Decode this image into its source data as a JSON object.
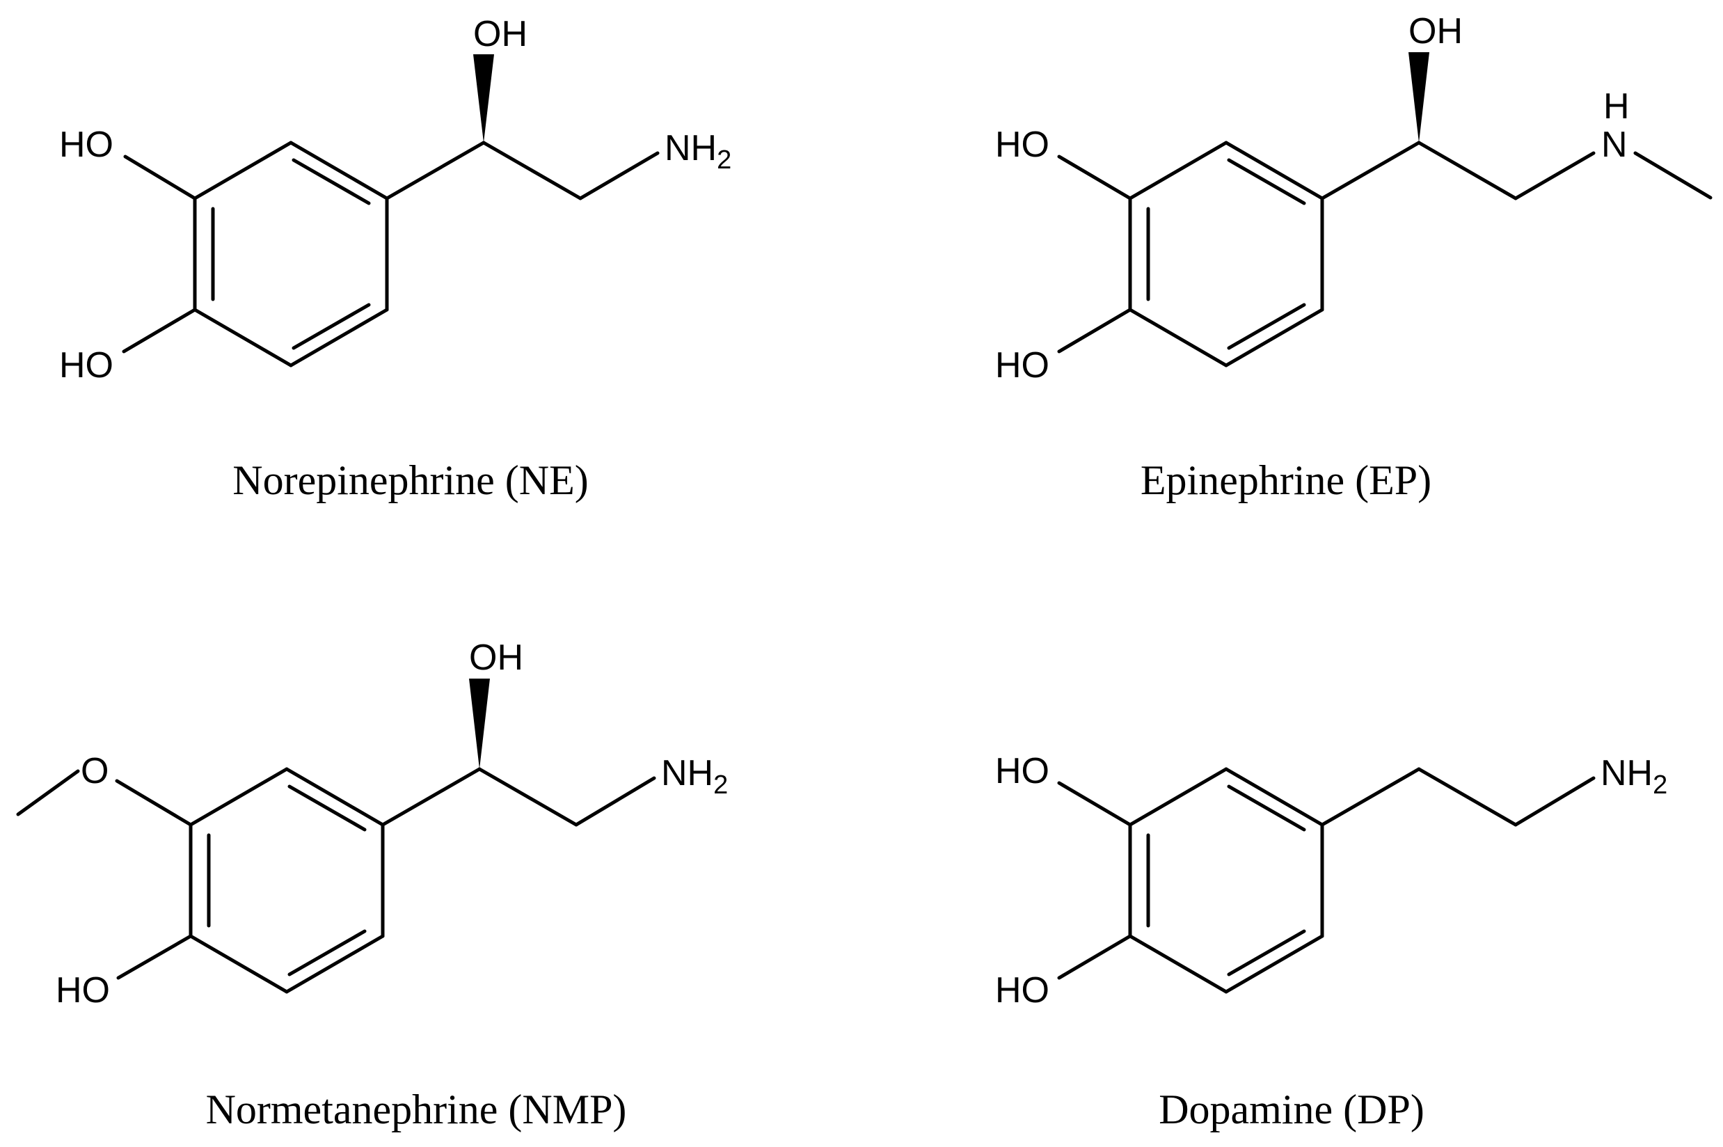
{
  "molecules": [
    {
      "name": "Norepinephrine (NE)",
      "labels": {
        "oh_top": "OH",
        "amine": "NH",
        "amine_sub": "2",
        "meta_oh": "HO",
        "para_oh": "HO"
      }
    },
    {
      "name": "Epinephrine (EP)",
      "labels": {
        "oh_top": "OH",
        "amine_h": "H",
        "amine_n": "N",
        "meta_oh": "HO",
        "para_oh": "HO"
      }
    },
    {
      "name": "Normetanephrine (NMP)",
      "labels": {
        "oh_top": "OH",
        "amine": "NH",
        "amine_sub": "2",
        "methoxy_o": "O",
        "para_oh": "HO"
      }
    },
    {
      "name": "Dopamine (DP)",
      "labels": {
        "amine": "NH",
        "amine_sub": "2",
        "meta_oh": "HO",
        "para_oh": "HO"
      }
    }
  ]
}
